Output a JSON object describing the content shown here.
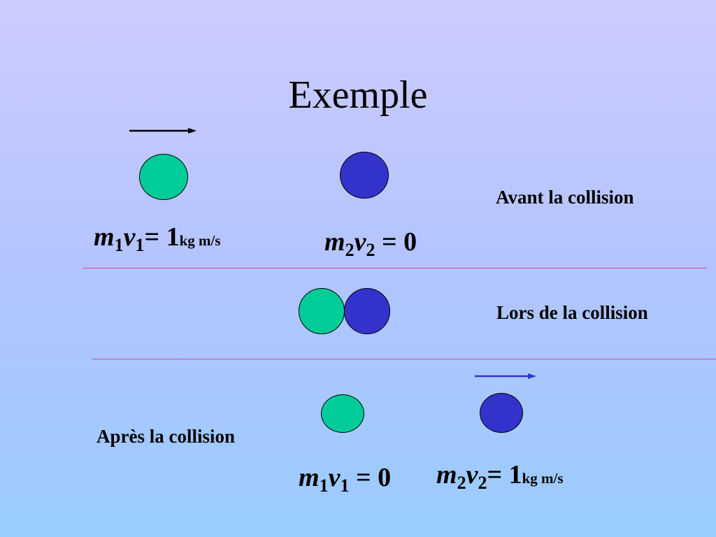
{
  "slide": {
    "title": "Exemple",
    "colors": {
      "ball_1": "#00cc99",
      "ball_2": "#3333cc",
      "divider": "#d1479a",
      "arrow_before": "#000000",
      "arrow_after": "#3333cc"
    },
    "before": {
      "label": "Avant la collision",
      "eq1": {
        "m": "m",
        "v": "v",
        "idx": "1",
        "rhs": "= 1",
        "unit": "kg m/s"
      },
      "eq2": {
        "m": "m",
        "v": "v",
        "idx": "2",
        "rhs": " = 0"
      }
    },
    "during": {
      "label": "Lors de la collision"
    },
    "after": {
      "label": "Après la collision",
      "eq1": {
        "m": "m",
        "v": "v",
        "idx": "1",
        "rhs": " = 0"
      },
      "eq2": {
        "m": "m",
        "v": "v",
        "idx": "2",
        "rhs": "= 1",
        "unit": "kg m/s"
      }
    }
  }
}
